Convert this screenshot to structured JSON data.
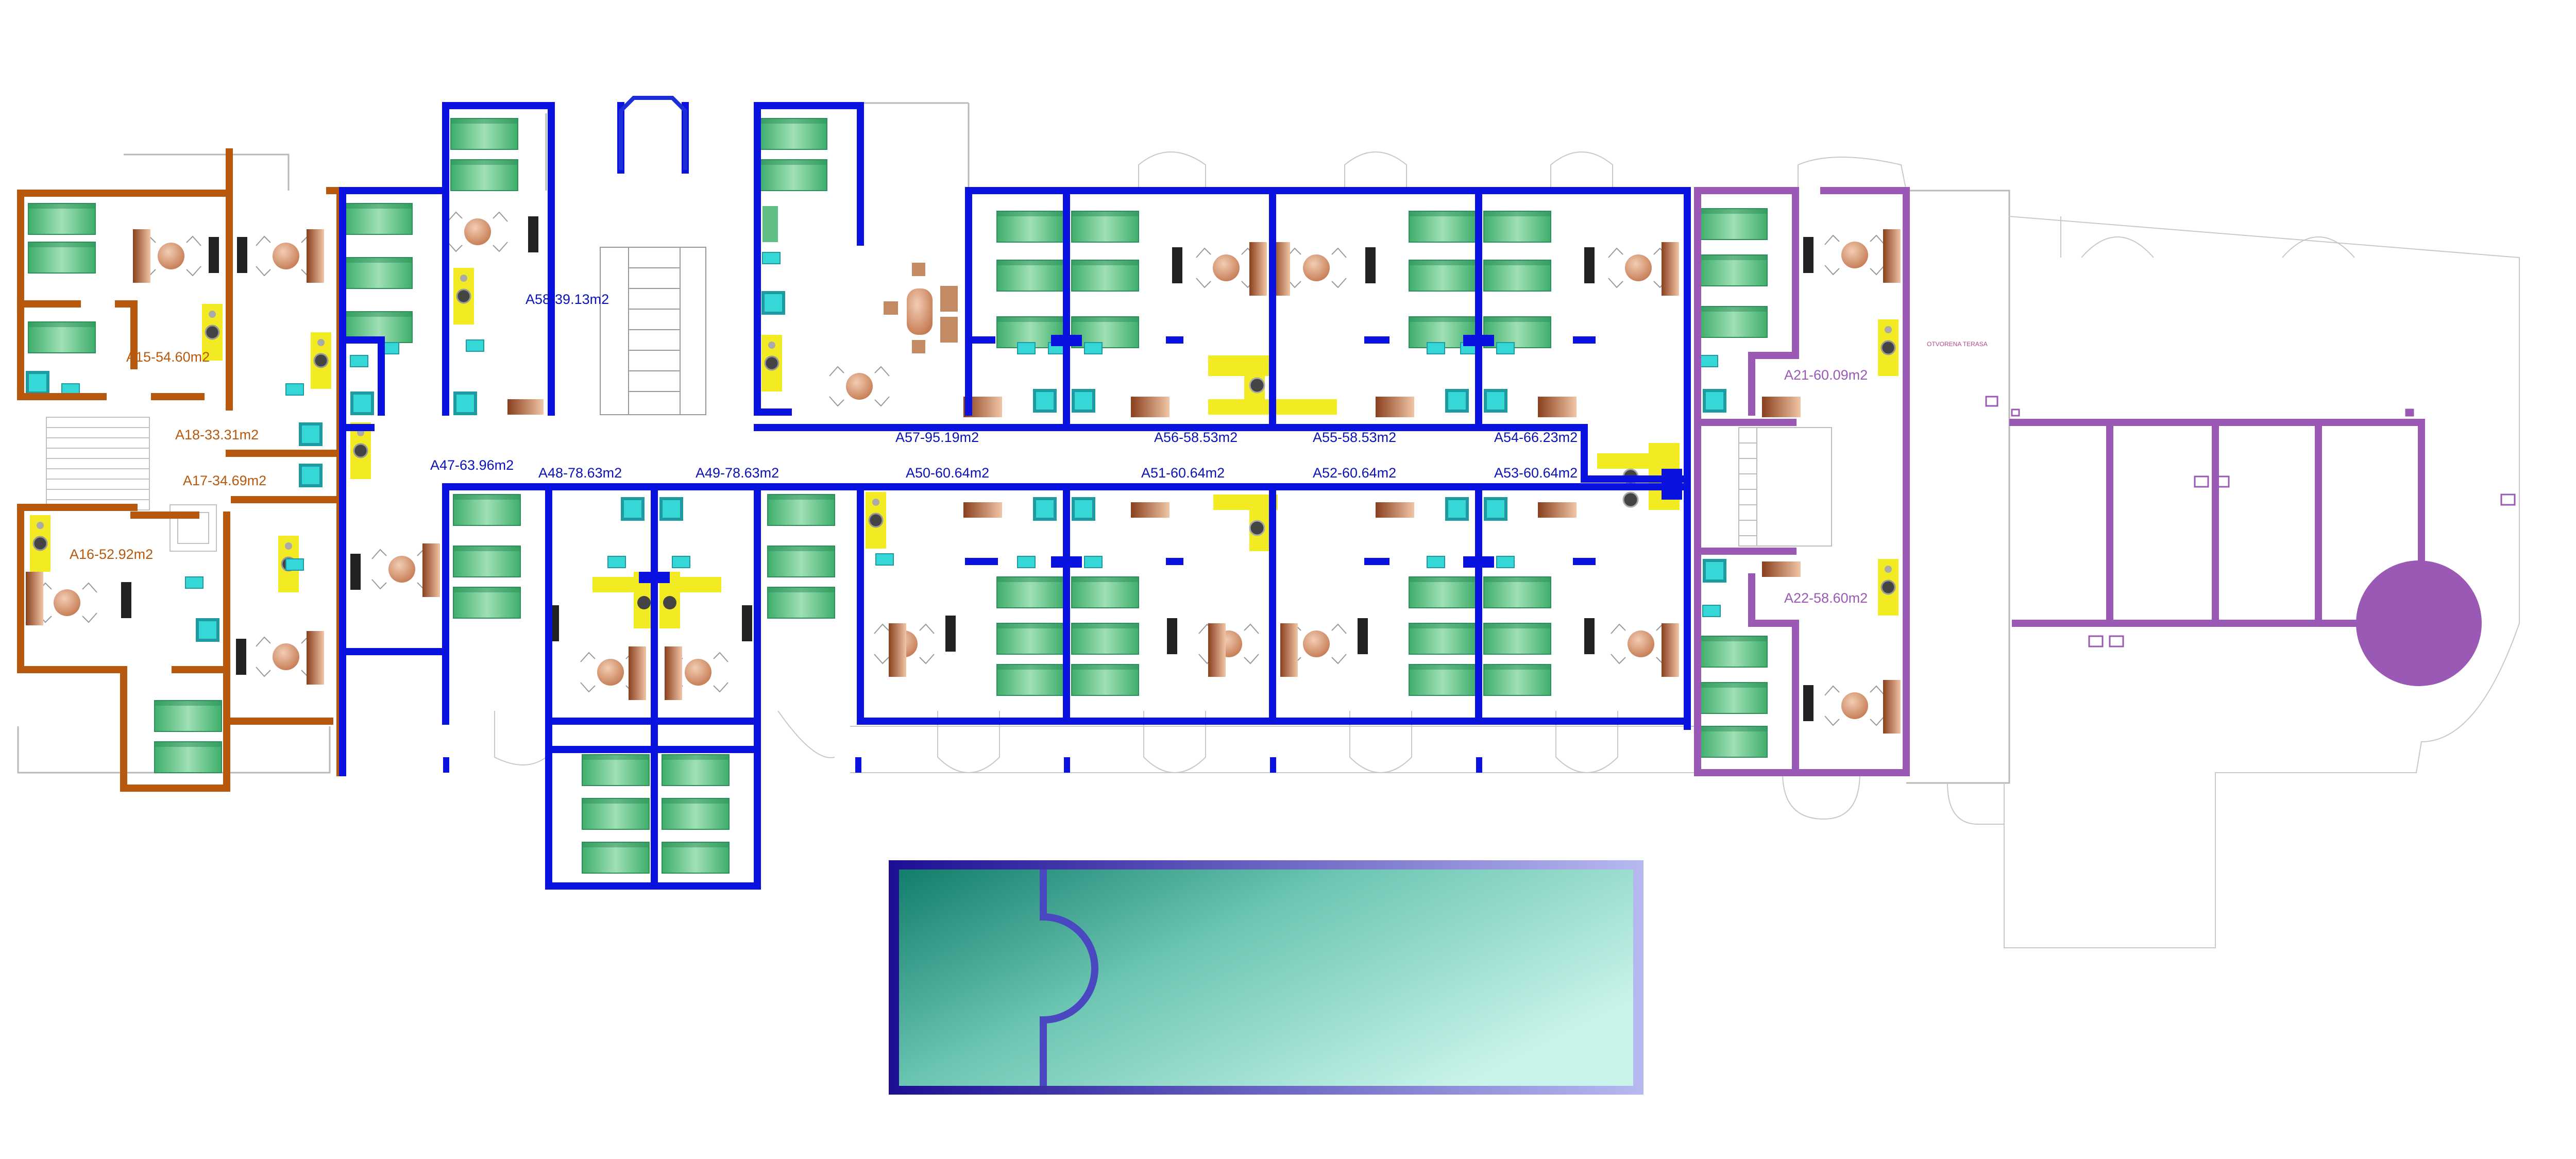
{
  "colors": {
    "blue_wall": "#0a12e0",
    "orange_wall": "#b8580c",
    "purple_wall": "#9b59b6",
    "bed": "#5fbf85",
    "table": "#d59a74",
    "bath": "#26b6b6",
    "kitchen": "#f0ea1c",
    "pool_deep": "#137d6b",
    "pool_light": "#c4f0e6",
    "pool_frame": "#2a1aa8"
  },
  "labels": {
    "A15": "A15-54.60m2",
    "A16": "A16-52.92m2",
    "A17": "A17-34.69m2",
    "A18": "A18-33.31m2",
    "A21": "A21-60.09m2",
    "A22": "A22-58.60m2",
    "A47": "A47-63.96m2",
    "A48": "A48-78.63m2",
    "A49": "A49-78.63m2",
    "A50": "A50-60.64m2",
    "A51": "A51-60.64m2",
    "A52": "A52-60.64m2",
    "A53": "A53-60.64m2",
    "A54": "A54-66.23m2",
    "A55": "A55-58.53m2",
    "A56": "A56-58.53m2",
    "A57": "A57-95.19m2",
    "A58": "A58-39.13m2",
    "terrace": "OTVORENA TERASA"
  },
  "icons": [
    "bed-icon",
    "dining-table-icon",
    "bathroom-icon",
    "kitchen-icon",
    "pool-icon",
    "stairs-icon"
  ]
}
